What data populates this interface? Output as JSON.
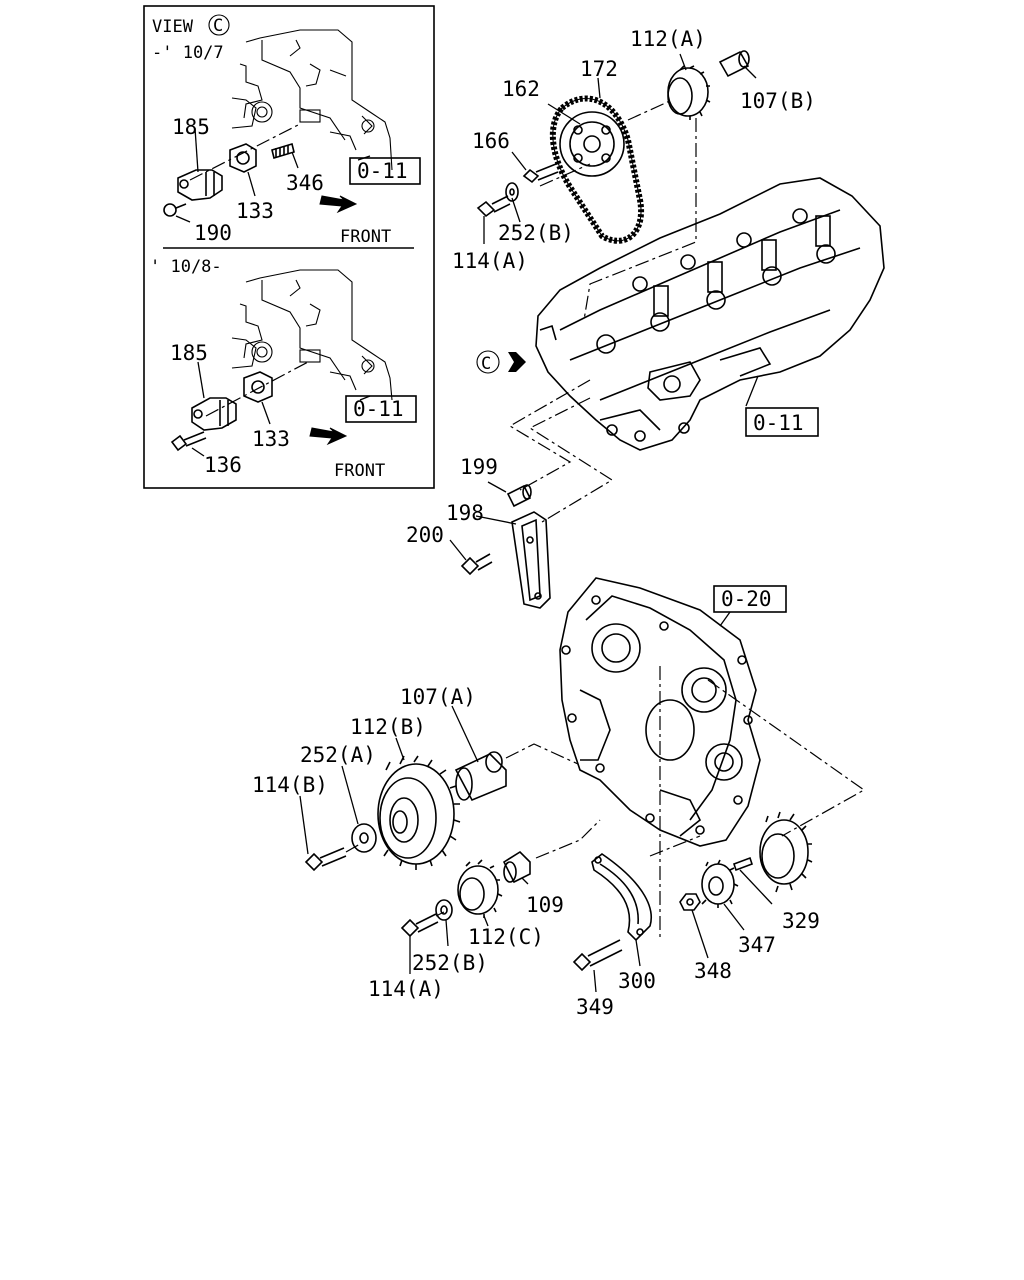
{
  "inset": {
    "view_label": "VIEW",
    "view_ref": "C",
    "period_before": "-' 10/7",
    "period_after": "' 10/8-",
    "front_label": "FRONT"
  },
  "main_ref": "C",
  "refs": {
    "ref_inset_top": "0-11",
    "ref_inset_bottom": "0-11",
    "ref_head": "0-11",
    "ref_front_case": "0-20"
  },
  "labels": {
    "p185_top": "185",
    "p346": "346",
    "p133_top": "133",
    "p190": "190",
    "p185_bottom": "185",
    "p133_bottom": "133",
    "p136": "136",
    "p112a": "112(A)",
    "p172": "172",
    "p162": "162",
    "p107b": "107(B)",
    "p166": "166",
    "p252b_top": "252(B)",
    "p114a_top": "114(A)",
    "p199": "199",
    "p198": "198",
    "p200": "200",
    "p107a": "107(A)",
    "p112b": "112(B)",
    "p252a": "252(A)",
    "p114b": "114(B)",
    "p109": "109",
    "p112c": "112(C)",
    "p252b_bottom": "252(B)",
    "p114a_bottom": "114(A)",
    "p300": "300",
    "p349": "349",
    "p348": "348",
    "p347": "347",
    "p329": "329"
  }
}
